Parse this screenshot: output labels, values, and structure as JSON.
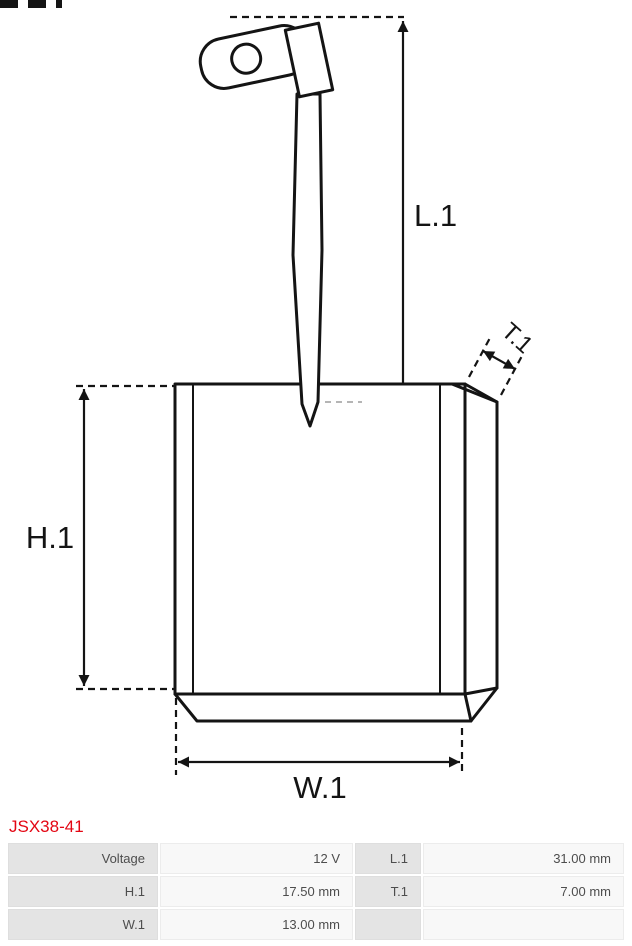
{
  "page": {
    "part_number": "JSX38-41"
  },
  "colors": {
    "part_number_red": "#e30613",
    "drawing_line": "#141414",
    "table_label_bg": "#e4e4e4"
  },
  "diagram": {
    "labels": {
      "length": "L.1",
      "height": "H.1",
      "width": "W.1",
      "thickness": "T.1"
    }
  },
  "spec_table": {
    "rows": [
      {
        "label1": "Voltage",
        "value1": "12 V",
        "label2": "L.1",
        "value2": "31.00 mm"
      },
      {
        "label1": "H.1",
        "value1": "17.50 mm",
        "label2": "T.1",
        "value2": "7.00 mm"
      },
      {
        "label1": "W.1",
        "value1": "13.00 mm",
        "label2": "",
        "value2": ""
      }
    ]
  }
}
